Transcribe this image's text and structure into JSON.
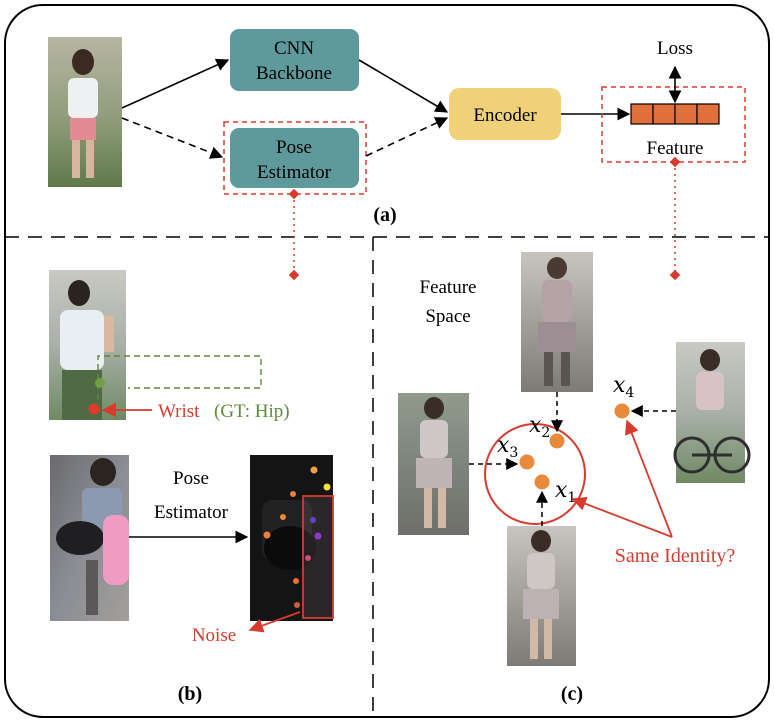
{
  "panel_a": {
    "label": "(a)",
    "cnn_backbone": [
      "CNN",
      "Backbone"
    ],
    "pose_estimator": [
      "Pose",
      "Estimator"
    ],
    "encoder": "Encoder",
    "loss": "Loss",
    "feature": "Feature"
  },
  "panel_b": {
    "label": "(b)",
    "wrist": "Wrist",
    "gt_hip": "(GT: Hip)",
    "pose_estimator": [
      "Pose",
      "Estimator"
    ],
    "noise": "Noise"
  },
  "panel_c": {
    "label": "(c)",
    "feature_space": [
      "Feature",
      "Space"
    ],
    "x1": "x",
    "x1_sub": "1",
    "x2": "x",
    "x2_sub": "2",
    "x3": "x",
    "x3_sub": "3",
    "x4": "x",
    "x4_sub": "4",
    "same_identity": "Same Identity?"
  },
  "colors": {
    "box_teal": "#5e9a9b",
    "encoder_yellow": "#f0d17a",
    "feature_orange": "#e0703c",
    "red": "#d83a2e",
    "green": "#5e8a3a",
    "point_orange": "#e8893c"
  }
}
